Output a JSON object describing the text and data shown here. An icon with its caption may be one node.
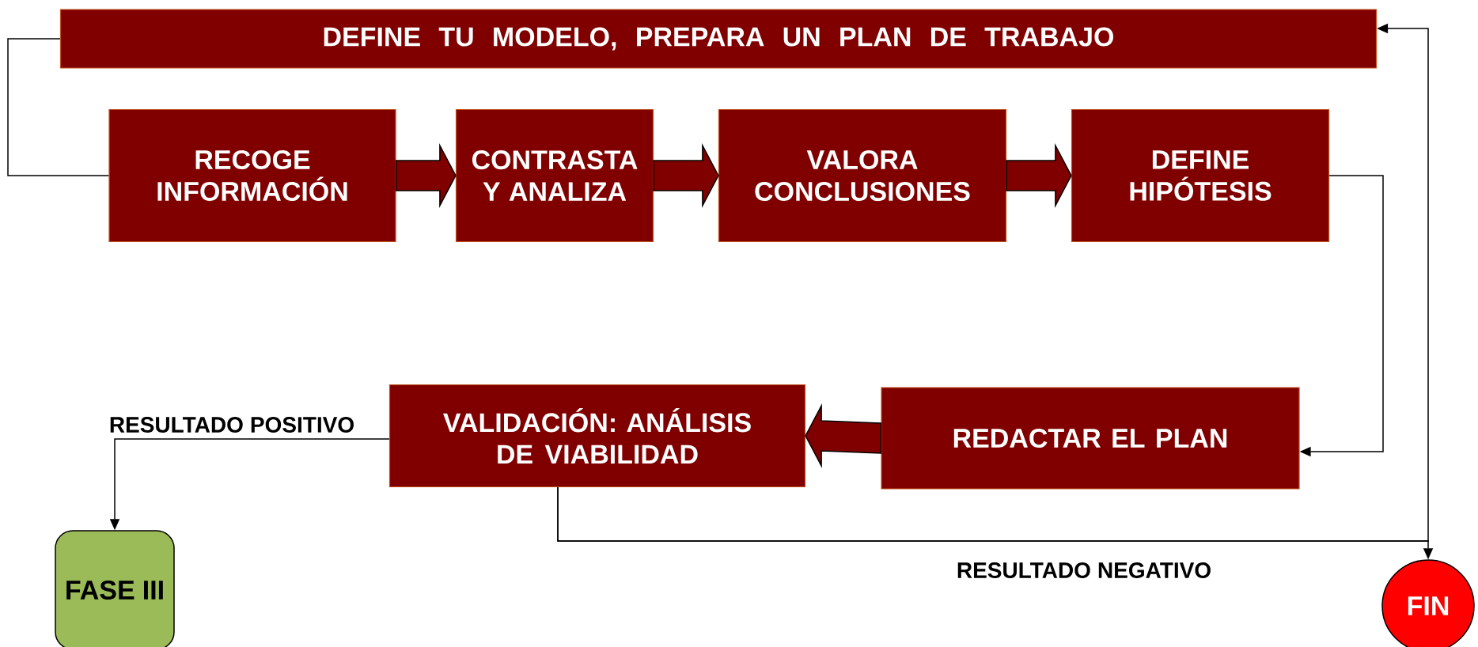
{
  "diagram": {
    "nodes": [
      {
        "text": [
          "DEFINE TU MODELO, PREPARA UN PLAN DE TRABAJO"
        ]
      },
      {
        "text": [
          "RECOGE INFORMACIÓN"
        ]
      },
      {
        "text": [
          "CONTRASTA Y ANALIZA"
        ]
      },
      {
        "text": [
          "VALORA CONCLUSIONES"
        ]
      },
      {
        "text": [
          "DEFINE HIPÓTESIS"
        ]
      },
      {
        "text": [
          "VALIDACIÓN: ANÁLISIS DE VIABILIDAD"
        ]
      },
      {
        "text": [
          "REDACTAR EL PLAN"
        ]
      },
      {
        "text": [
          "FASE III"
        ]
      },
      {
        "text": [
          "FIN"
        ]
      }
    ],
    "edges": [
      {
        "from": 1,
        "to": 0,
        "arrow": "none"
      },
      {
        "from": 1,
        "to": 2,
        "arrow": "to",
        "style": "thick"
      },
      {
        "from": 2,
        "to": 3,
        "arrow": "to",
        "style": "thick"
      },
      {
        "from": 3,
        "to": 4,
        "arrow": "to",
        "style": "thick"
      },
      {
        "from": 4,
        "to": 6,
        "arrow": "to"
      },
      {
        "from": 6,
        "to": 5,
        "arrow": "to",
        "style": "thick"
      },
      {
        "from": 5,
        "to": 7,
        "arrow": "to",
        "label": "RESULTADO POSITIVO"
      },
      {
        "from": 5,
        "to": 8,
        "arrow": "to",
        "label": "RESULTADO NEGATIVO"
      },
      {
        "from": 5,
        "to": 0,
        "arrow": "to"
      }
    ]
  }
}
